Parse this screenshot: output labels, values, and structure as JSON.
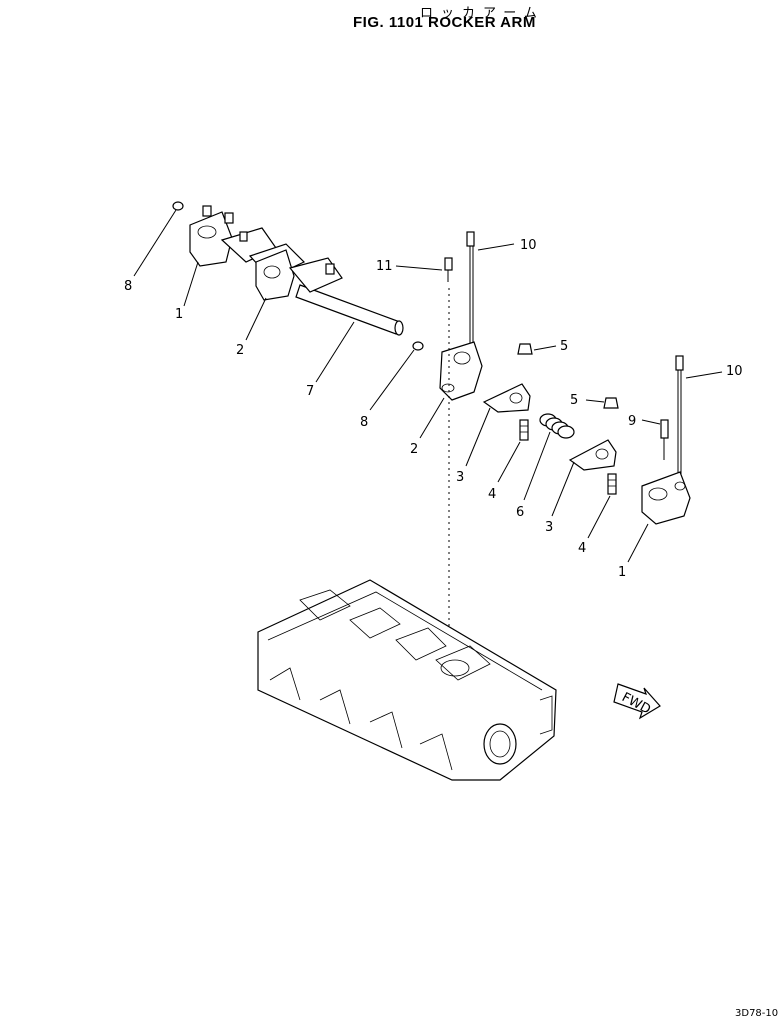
{
  "header": {
    "title_jp": "ロッカアーム",
    "title": "FIG. 1101 ROCKER ARM"
  },
  "fwd_tag": "FWD",
  "labels": [
    {
      "id": "label-8-left",
      "text": "8"
    },
    {
      "id": "label-1-left",
      "text": "1"
    },
    {
      "id": "label-2-left",
      "text": "2"
    },
    {
      "id": "label-7",
      "text": "7"
    },
    {
      "id": "label-8-mid",
      "text": "8"
    },
    {
      "id": "label-11",
      "text": "11"
    },
    {
      "id": "label-10-top",
      "text": "10"
    },
    {
      "id": "label-5-top",
      "text": "5"
    },
    {
      "id": "label-2-mid",
      "text": "2"
    },
    {
      "id": "label-3-left",
      "text": "3"
    },
    {
      "id": "label-4-left",
      "text": "4"
    },
    {
      "id": "label-6",
      "text": "6"
    },
    {
      "id": "label-5-right",
      "text": "5"
    },
    {
      "id": "label-9",
      "text": "9"
    },
    {
      "id": "label-10-right",
      "text": "10"
    },
    {
      "id": "label-3-right",
      "text": "3"
    },
    {
      "id": "label-4-right",
      "text": "4"
    },
    {
      "id": "label-1-right",
      "text": "1"
    }
  ],
  "footer": {
    "code": "3D78-10"
  }
}
